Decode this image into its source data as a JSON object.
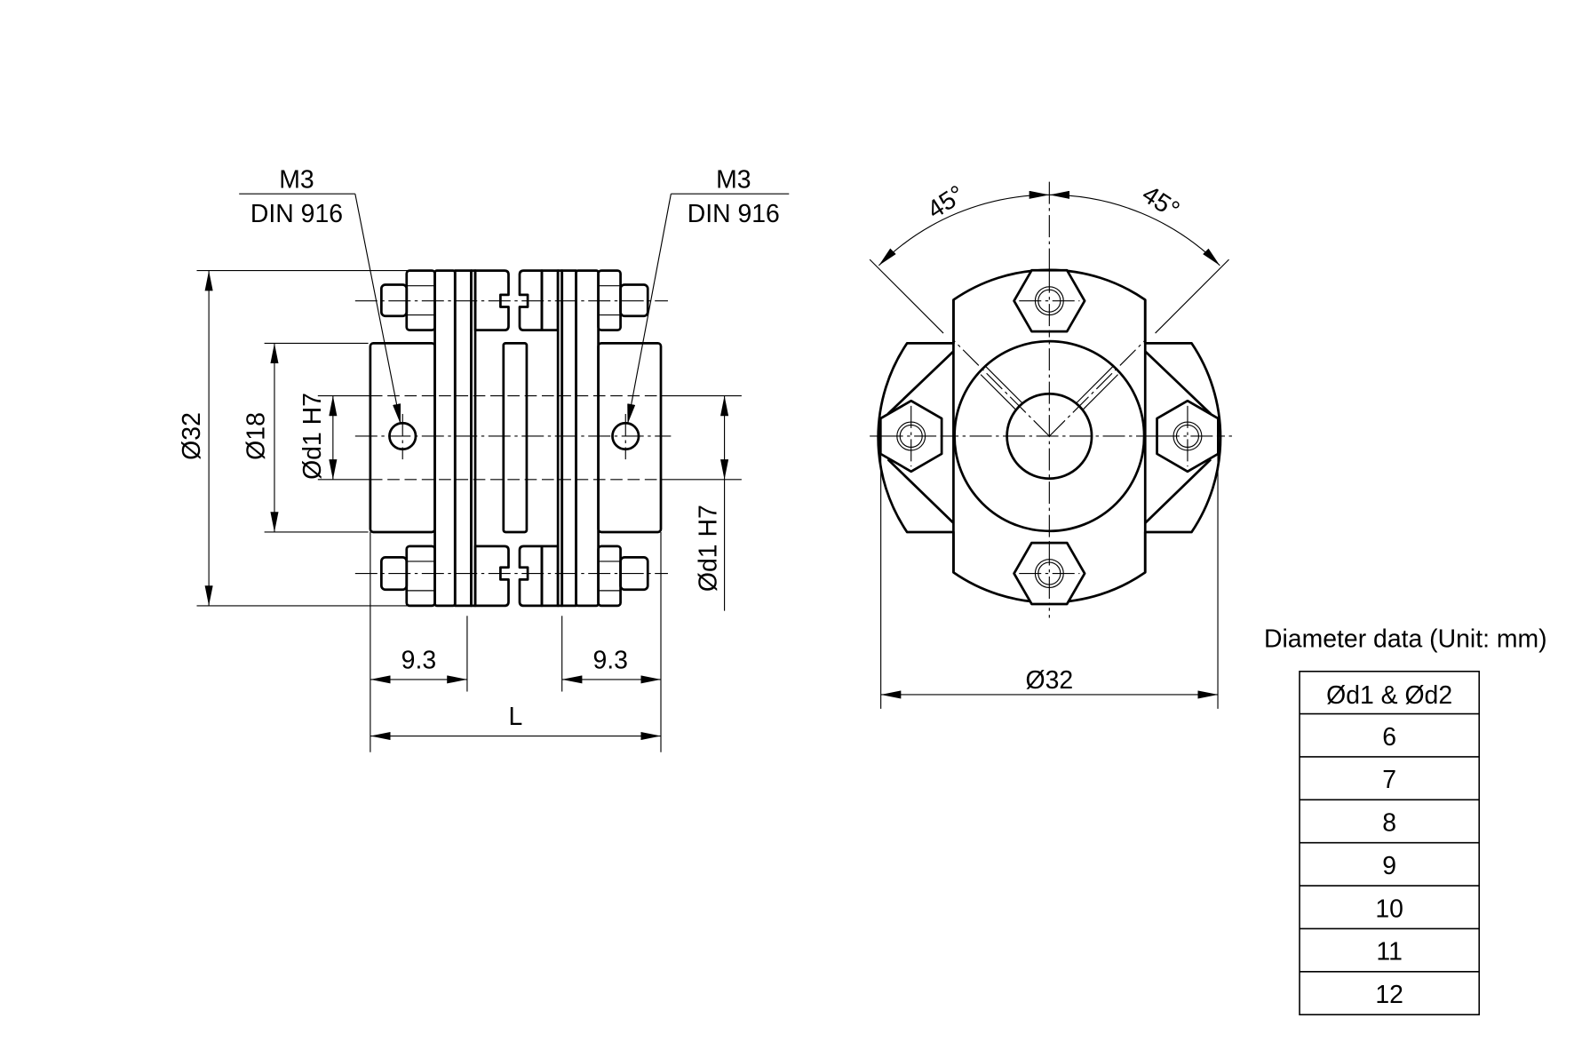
{
  "side_view": {
    "callout_left": {
      "thread": "M3",
      "standard": "DIN 916"
    },
    "callout_right": {
      "thread": "M3",
      "standard": "DIN 916"
    },
    "dim_outer_diameter": "Ø32",
    "dim_hub_diameter": "Ø18",
    "dim_bore_left": "Ød1 H7",
    "dim_bore_right": "Ød1 H7",
    "dim_hub_length_left": "9.3",
    "dim_hub_length_right": "9.3",
    "dim_total_length": "L"
  },
  "end_view": {
    "angle_left": "45°",
    "angle_right": "45°",
    "dim_outer_diameter": "Ø32"
  },
  "diameter_table": {
    "title": "Diameter data (Unit: mm)",
    "header": "Ød1 & Ød2",
    "rows": [
      "6",
      "7",
      "8",
      "9",
      "10",
      "11",
      "12"
    ]
  }
}
